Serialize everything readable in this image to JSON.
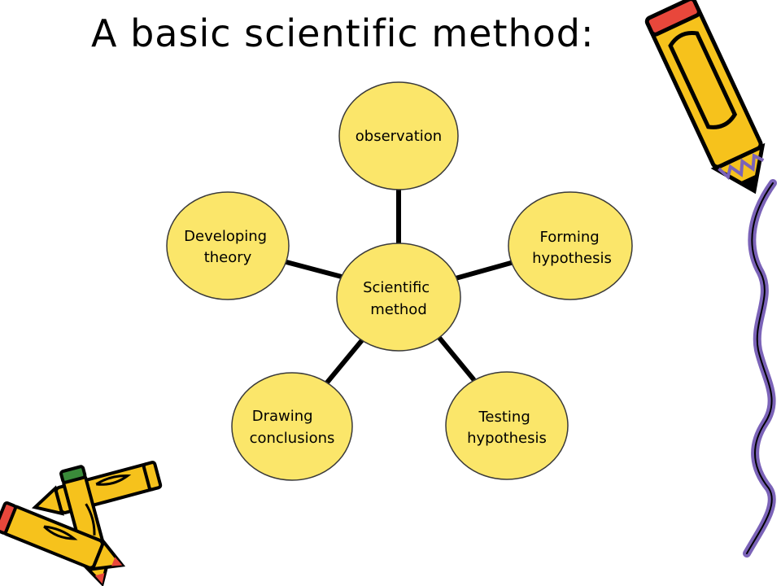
{
  "title": "A basic scientific method:",
  "colors": {
    "node_fill": "#FBE66A",
    "node_stroke": "#3A3A3A",
    "connector": "#000000",
    "pencil_body": "#F6C21C",
    "pencil_tip": "#E8473B",
    "pencil_accent": "#3A8A3A",
    "squiggle": "#7B63B8"
  },
  "diagram": {
    "center": {
      "lines": [
        "Scientific",
        "method"
      ]
    },
    "nodes": [
      {
        "id": "observation",
        "lines": [
          "observation"
        ]
      },
      {
        "id": "forming-hypothesis",
        "lines": [
          "Forming",
          "hypothesis"
        ]
      },
      {
        "id": "testing-hypothesis",
        "lines": [
          "Testing",
          "hypothesis"
        ]
      },
      {
        "id": "drawing-conclusions",
        "lines": [
          "Drawing",
          "conclusions"
        ]
      },
      {
        "id": "developing-theory",
        "lines": [
          "Developing",
          "theory"
        ]
      }
    ]
  },
  "decorations": [
    "pencil-icon",
    "pencils-icon",
    "squiggle-line"
  ]
}
